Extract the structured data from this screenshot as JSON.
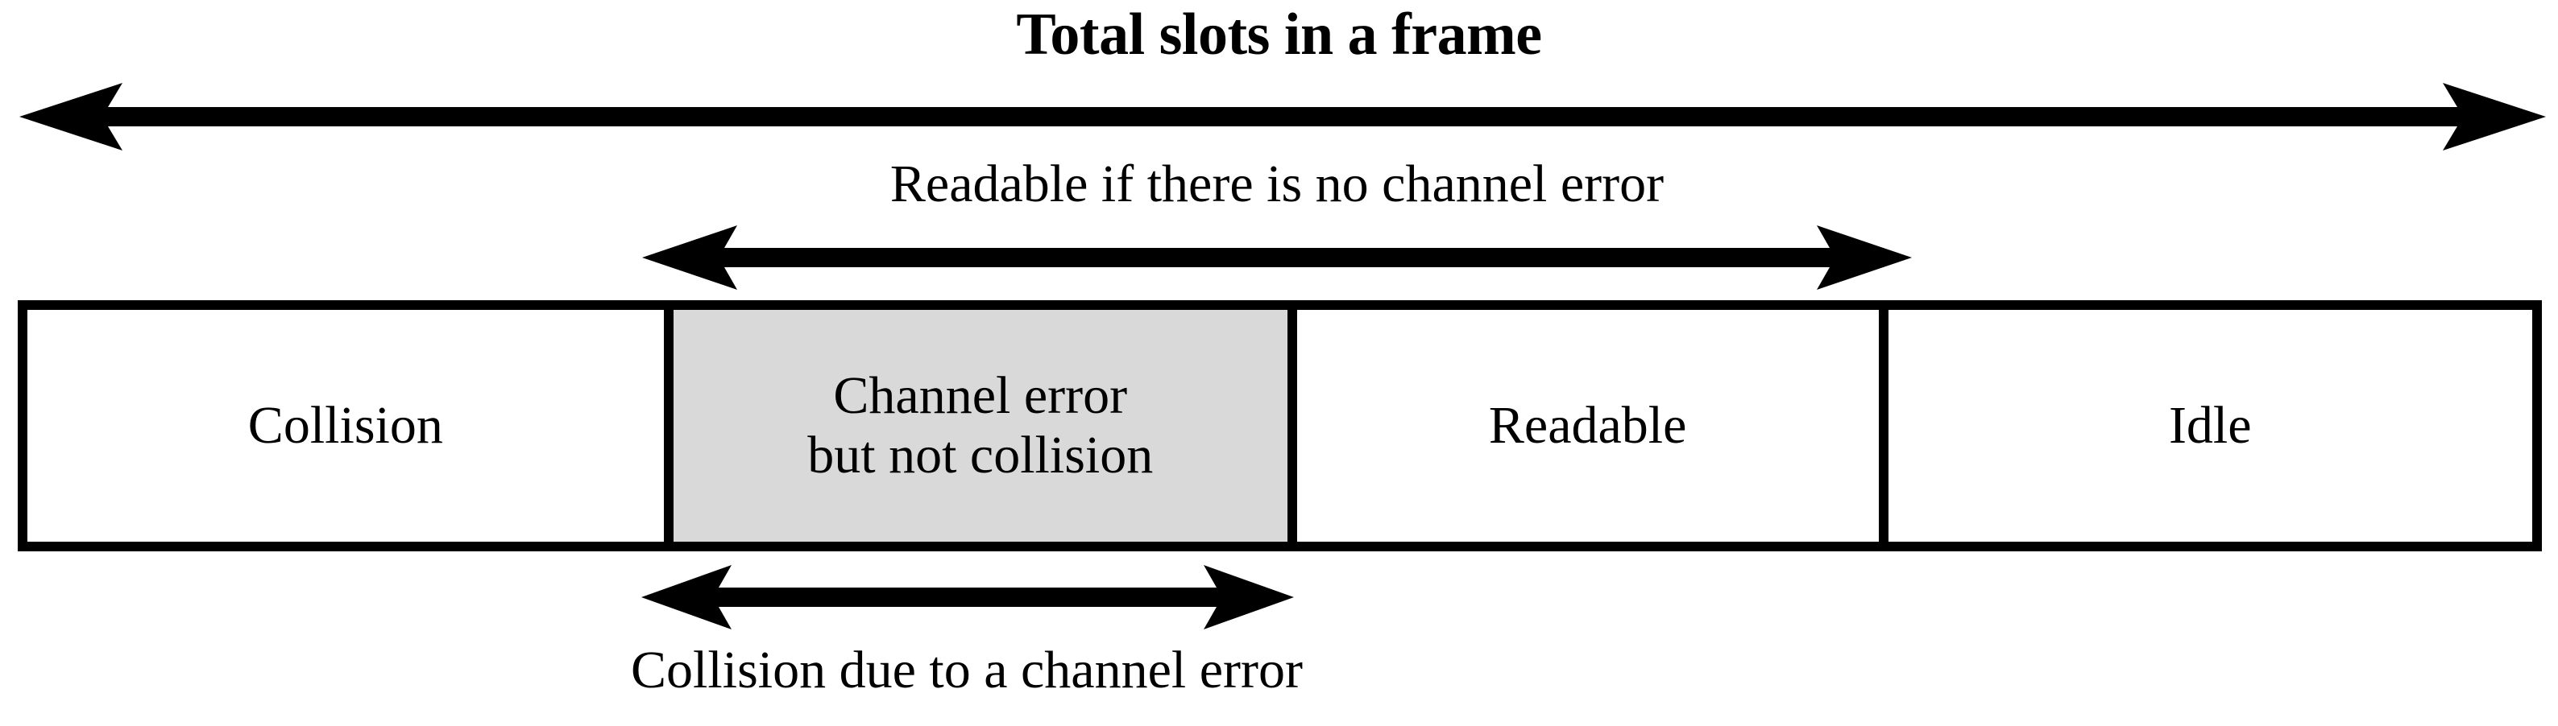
{
  "figure": {
    "title": "Total slots in a frame",
    "background_color": "#FFFFFF",
    "line_color": "#000000",
    "highlight_color": "#D9D9D9"
  },
  "annotations": {
    "top": {
      "label": "Total slots in a frame",
      "arrow_name": "total-slots-arrow",
      "arrow_style": "double-headed",
      "spans_cells": [
        "Collision",
        "Channel error but not collision",
        "Readable",
        "Idle"
      ]
    },
    "middle": {
      "label": "Readable if there is no channel error",
      "arrow_name": "readable-no-error-arrow",
      "arrow_style": "double-headed",
      "spans_cells": [
        "Channel error but not collision",
        "Readable"
      ]
    },
    "bottom": {
      "label": "Collision due to a channel error",
      "arrow_name": "collision-due-to-error-arrow",
      "arrow_style": "double-headed",
      "spans_cells": [
        "Channel error but not collision"
      ]
    }
  },
  "slot_bar": {
    "cells": [
      {
        "id": "collision",
        "label": "Collision",
        "line1": "Collision",
        "line2": "",
        "fill": "#FFFFFF",
        "width_pct": 25.4
      },
      {
        "id": "channel-error-not-collision",
        "label": "Channel error but not collision",
        "line1": "Channel error",
        "line2": "but not collision",
        "fill": "#D9D9D9",
        "width_pct": 24.9
      },
      {
        "id": "readable",
        "label": "Readable",
        "line1": "Readable",
        "line2": "",
        "fill": "#FFFFFF",
        "width_pct": 23.6
      },
      {
        "id": "idle",
        "label": "Idle",
        "line1": "Idle",
        "line2": "",
        "fill": "#FFFFFF",
        "width_pct": 26.1
      }
    ]
  }
}
